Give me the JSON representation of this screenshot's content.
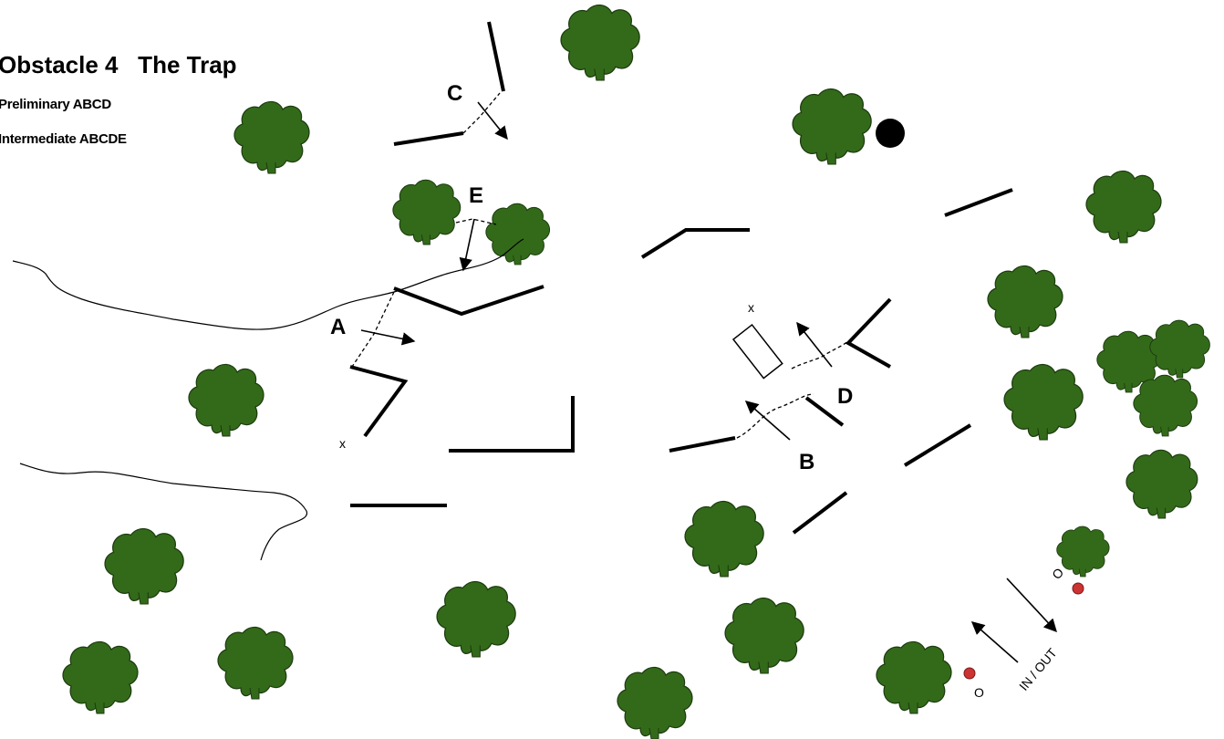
{
  "title": "Obstacle 4   The Trap",
  "levels": [
    "Preliminary ABCD",
    "Intermediate ABCDE"
  ],
  "elements": {
    "a": "A",
    "b": "B",
    "c": "C",
    "d": "D",
    "e": "E"
  },
  "start_marker": "x",
  "in_out": "IN / OUT",
  "flag_marker": "O",
  "colors": {
    "tree": "#336a1a",
    "tree_outline": "#1c3b0e",
    "flag": "#cc3333",
    "rail": "#000000"
  }
}
